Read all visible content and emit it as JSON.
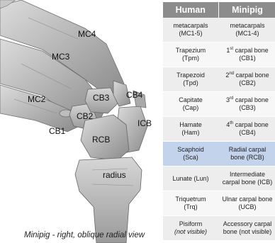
{
  "figure": {
    "caption": "Minipig - right, oblique radial view",
    "bone_labels": {
      "mc4": "MC4",
      "mc3": "MC3",
      "mc2": "MC2",
      "cb4": "CB4",
      "cb3": "CB3",
      "cb2": "CB2",
      "cb1": "CB1",
      "icb": "ICB",
      "rcb": "RCB",
      "radius": "radius"
    }
  },
  "table": {
    "headers": {
      "human": "Human",
      "minipig": "Minipig"
    },
    "rows": [
      {
        "human_1": "metacarpals",
        "human_2": "(MC1-5)",
        "pig_1": "metacarpals",
        "pig_2": "(MC1-4)"
      },
      {
        "human_1": "Trapezium",
        "human_2": "(Tpm)",
        "pig_ord": "1",
        "pig_sup": "st",
        "pig_rest": " carpal bone",
        "pig_2": "(CB1)"
      },
      {
        "human_1": "Trapezoid",
        "human_2": "(Tpd)",
        "pig_ord": "2",
        "pig_sup": "nd",
        "pig_rest": " carpal bone",
        "pig_2": "(CB2)"
      },
      {
        "human_1": "Capitate",
        "human_2": "(Cap)",
        "pig_ord": "3",
        "pig_sup": "rd",
        "pig_rest": " carpal bone",
        "pig_2": "(CB3)"
      },
      {
        "human_1": "Hamate",
        "human_2": "(Ham)",
        "pig_ord": "4",
        "pig_sup": "th",
        "pig_rest": " carpal bone",
        "pig_2": "(CB4)"
      },
      {
        "human_1": "Scaphoid",
        "human_2": "(Sca)",
        "pig_1": "Radial carpal",
        "pig_2": "bone (RCB)"
      },
      {
        "human_1": "Lunate (Lun)",
        "pig_1": "Intermediate",
        "pig_2": "carpal bone (ICB)"
      },
      {
        "human_1": "Triquetrum",
        "human_2": "(Trq)",
        "pig_1": "Ulnar carpal bone",
        "pig_2": "(UCB)"
      },
      {
        "human_1": "Pisiform",
        "human_2": "(not visible)",
        "pig_1": "Accessory carpal",
        "pig_2": "bone (not visible)"
      }
    ]
  }
}
